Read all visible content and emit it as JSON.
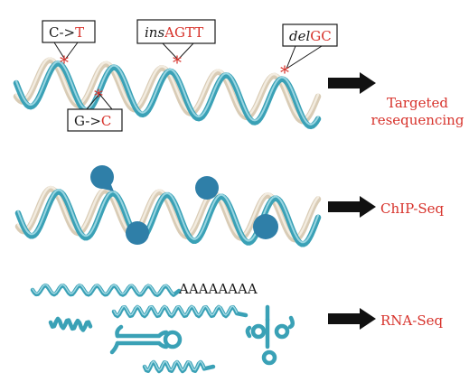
{
  "colors": {
    "teal_strand": "#3aa1b6",
    "beige_strand": "#d9ccb6",
    "protein": "#2f7fa8",
    "label_red": "#d7322b",
    "arrow": "#111111"
  },
  "mutations": {
    "snp1": {
      "from": "C->",
      "to": "T"
    },
    "snp2": {
      "from": "G->",
      "to": "C"
    },
    "insertion": {
      "prefix": "ins",
      "seq": "AGTT"
    },
    "deletion": {
      "prefix": "del",
      "seq": "GC"
    },
    "marker": "*"
  },
  "methods": {
    "targeted": {
      "line1": "Targeted",
      "line2": "resequencing"
    },
    "chip": "ChIP-Seq",
    "rna": "RNA-Seq"
  },
  "poly_a": "AAAAAAAA"
}
